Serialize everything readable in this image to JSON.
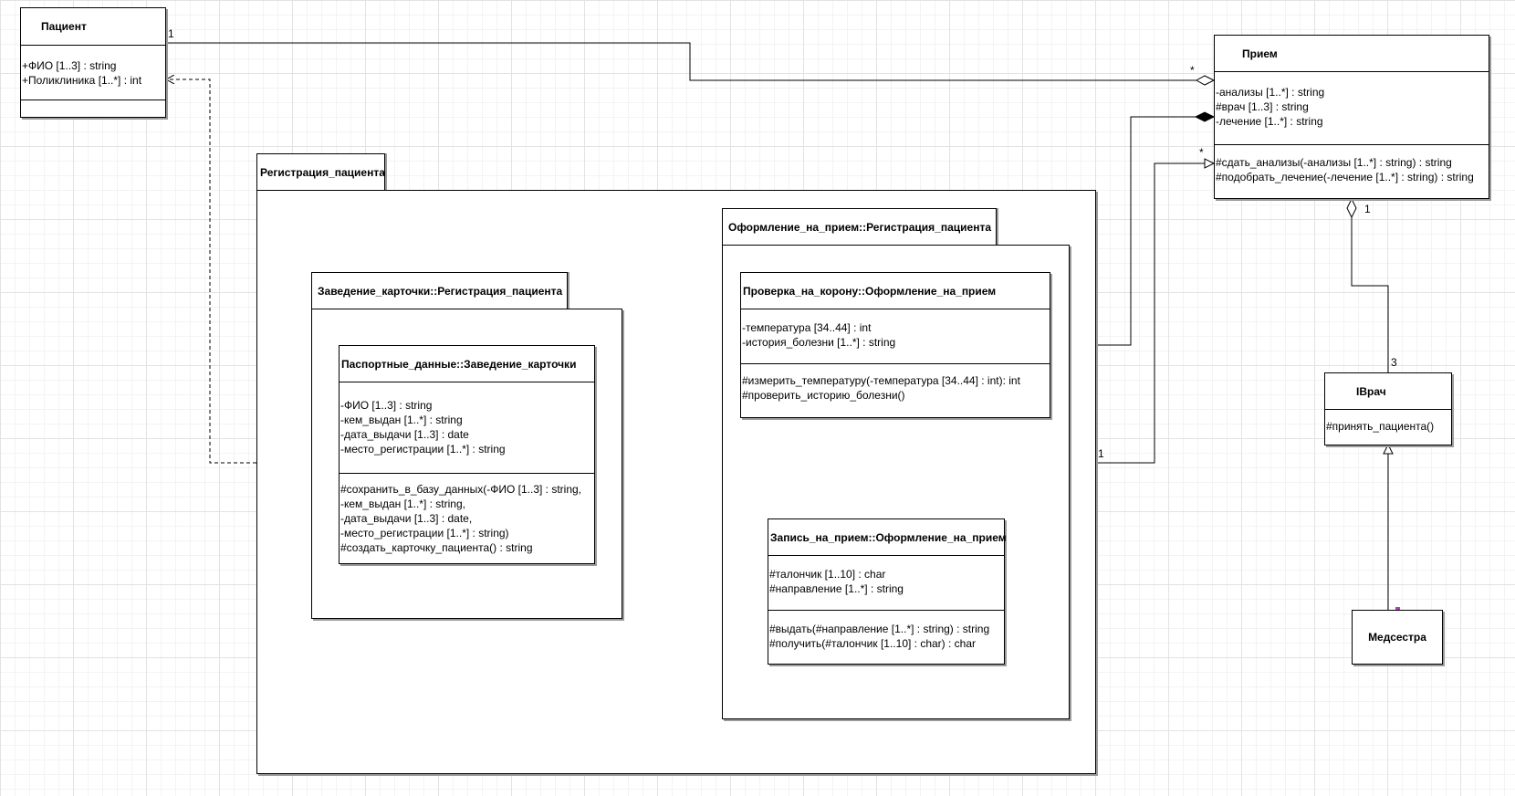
{
  "classes": {
    "patient": {
      "title": "Пациент",
      "attributes": [
        "+ФИО [1..3] : string",
        "+Поликлиника [1..*] : int"
      ]
    },
    "priem": {
      "title": "Прием",
      "attributes": [
        "-анализы [1..*] : string",
        "#врач [1..3] : string",
        "-лечение [1..*] : string"
      ],
      "operations": [
        "#сдать_анализы(-анализы [1..*] : string)  : string",
        "#подобрать_лечение(-лечение [1..*] : string) : string"
      ]
    },
    "vrach": {
      "title": "IВрач",
      "operations": [
        "#принять_пациента()"
      ]
    },
    "nurse": {
      "title": "Медсестра"
    },
    "passport": {
      "title": "Паспортные_данные::Заведение_карточки",
      "attributes": [
        "-ФИО [1..3] : string",
        "-кем_выдан [1..*] : string",
        "-дата_выдачи [1..3] : date",
        "-место_регистрации [1..*] : string"
      ],
      "operations": [
        "#сохранить_в_базу_данных(-ФИО [1..3] : string,",
        "-кем_выдан [1..*] : string,",
        "-дата_выдачи [1..3] : date,",
        "-место_регистрации [1..*] : string)",
        "#создать_карточку_пациента() : string"
      ]
    },
    "corona": {
      "title": "Проверка_на_корону::Оформление_на_прием",
      "attributes": [
        "-температура [34..44]  : int",
        "-история_болезни [1..*] : string"
      ],
      "operations": [
        "#измерить_температуру(-температура [34..44]  : int): int",
        "#проверить_историю_болезни()"
      ]
    },
    "zapis": {
      "title": "Запись_на_прием::Оформление_на_прием",
      "attributes": [
        "#талончик [1..10] : char",
        "#направление [1..*] : string"
      ],
      "operations": [
        "#выдать(#направление [1..*] : string) : string",
        "#получить(#талончик [1..10] : char) : char"
      ]
    }
  },
  "packages": {
    "registration": "Регистрация_пациента",
    "card": "Заведение_карточки::Регистрация_пациента",
    "booking": "Оформление_на_прием::Регистрация_пациента"
  },
  "multiplicities": {
    "patient_priem_1": "1",
    "patient_priem_star": "*",
    "priem_composition_star": "*",
    "registration_priem_1": "1",
    "priem_vrach_1": "1",
    "priem_vrach_3": "3"
  }
}
